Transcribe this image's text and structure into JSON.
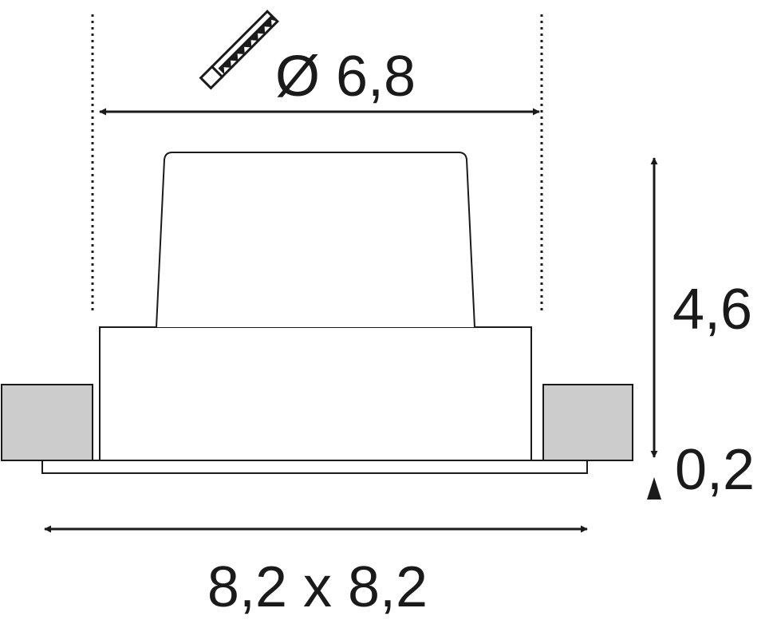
{
  "diagram": {
    "cutout_diameter": "Ø 6,8",
    "height": "4,6",
    "trim_thickness": "0,2",
    "footprint": "8,2 x 8,2",
    "cutout_icon": "saw-icon",
    "colors": {
      "line": "#1a1a1a",
      "ceiling_fill": "#cccccc",
      "background": "#ffffff"
    }
  }
}
